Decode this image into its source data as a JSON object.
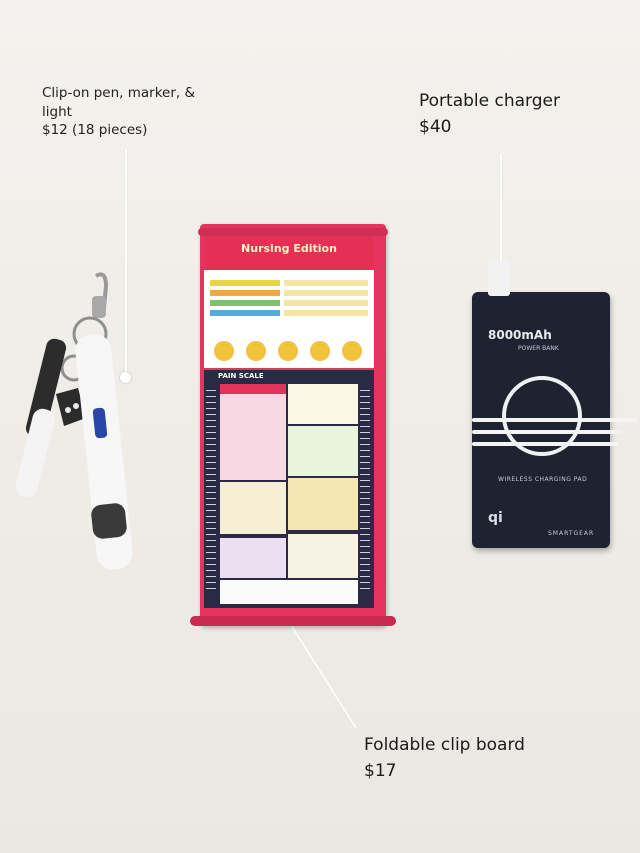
{
  "labels": {
    "pen": {
      "title": "Clip-on pen, marker, & light",
      "price": "$12 (18 pieces)"
    },
    "charger": {
      "title": "Portable charger",
      "price": "$40"
    },
    "clipboard": {
      "title": "Foldable clip board",
      "price": "$17"
    }
  },
  "clipboard_card": {
    "title": "Nursing Edition",
    "pain_scale": "PAIN SCALE"
  },
  "powerbank": {
    "capacity": "8000mAh",
    "subtitle": "POWER BANK",
    "footer": "WIRELESS CHARGING PAD",
    "qi": "qi",
    "brand": "SMARTGEAR"
  },
  "colors": {
    "clipboard_frame": "#e4345f",
    "powerbank_body": "#1f2230",
    "background": "#f1efeb"
  }
}
